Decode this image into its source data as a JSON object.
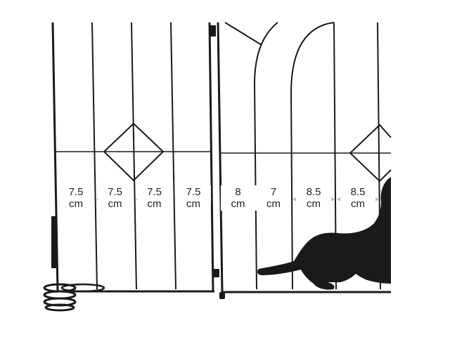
{
  "measurements": [
    {
      "value": "7.5",
      "unit": "cm"
    },
    {
      "value": "7.5",
      "unit": "cm"
    },
    {
      "value": "7.5",
      "unit": "cm"
    },
    {
      "value": "7.5",
      "unit": "cm"
    },
    {
      "value": "8",
      "unit": "cm"
    },
    {
      "value": "7",
      "unit": "cm"
    },
    {
      "value": "8.5",
      "unit": "cm"
    },
    {
      "value": "8.5",
      "unit": "cm"
    }
  ],
  "colors": {
    "metal": "#1a1a1a",
    "arrow": "#b8b8b8",
    "text": "#222222",
    "background": "#ffffff"
  },
  "icons": [
    "double-arrow-icon",
    "cat-silhouette"
  ]
}
